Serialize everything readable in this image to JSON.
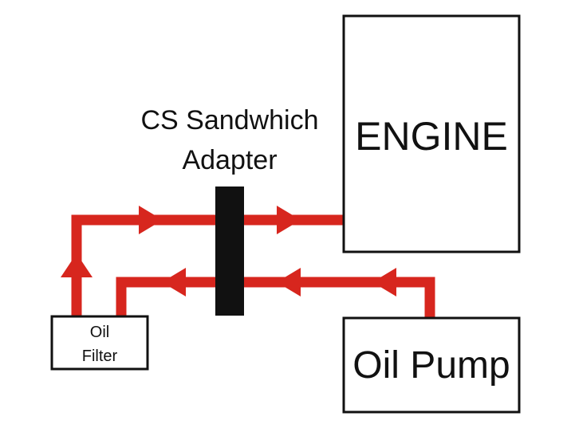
{
  "labels": {
    "adapter_line1": "CS Sandwhich",
    "adapter_line2": "Adapter",
    "engine": "ENGINE",
    "oil_pump": "Oil Pump",
    "oil_filter_line1": "Oil",
    "oil_filter_line2": "Filter"
  },
  "colors": {
    "flow_line": "#d7261e",
    "box_stroke": "#111111",
    "adapter_fill": "#111111",
    "text": "#111111",
    "background": "#ffffff"
  }
}
